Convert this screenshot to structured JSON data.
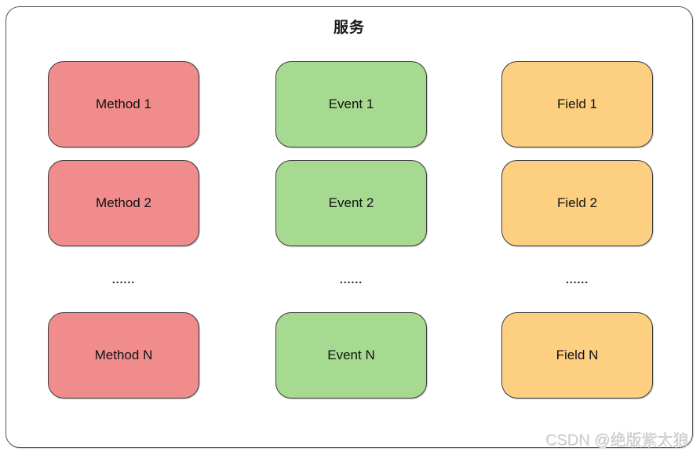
{
  "title": "服务",
  "columns": [
    {
      "name": "methods",
      "fill": "#f18c8c",
      "boxes": [
        "Method 1",
        "Method 2",
        "Method N"
      ],
      "ellipsis": "......"
    },
    {
      "name": "events",
      "fill": "#a5da90",
      "boxes": [
        "Event 1",
        "Event 2",
        "Event N"
      ],
      "ellipsis": "......"
    },
    {
      "name": "fields",
      "fill": "#fccf81",
      "boxes": [
        "Field 1",
        "Field 2",
        "Field N"
      ],
      "ellipsis": "......"
    }
  ],
  "watermark": "CSDN @绝版紫太狼",
  "colors": {
    "box_border": "#3b3b3b",
    "container_border": "#545454",
    "watermark_color": "#d2d2d2"
  }
}
